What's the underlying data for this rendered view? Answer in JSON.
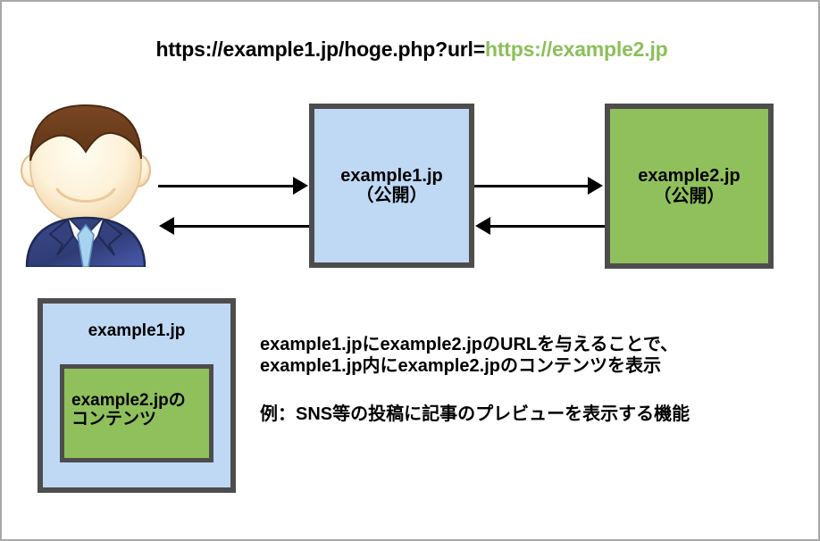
{
  "diagram": {
    "title": {
      "url_prefix": "https://example1.jp/hoge.php?url=",
      "url_param": "https://example2.jp",
      "prefix_color": "#000000",
      "param_color": "#8cbf5a"
    },
    "actor": {
      "icon": "businessman-avatar",
      "hair_color": "#6b3d1c",
      "skin_color": "#fdf0d5",
      "suit_color": "#3a4a8a",
      "tie_color": "#a8d3f0"
    },
    "nodes": [
      {
        "id": "example1",
        "label": "example1.jp\n（公開）",
        "name_line": "example1.jp",
        "state_line": "（公開）",
        "fill": "#bfd9f5",
        "border": "#4d4d4d"
      },
      {
        "id": "example2",
        "label": "example2.jp\n（公開）",
        "name_line": "example2.jp",
        "state_line": "（公開）",
        "fill": "#90c05c",
        "border": "#4d4d4d"
      }
    ],
    "arrows": [
      {
        "id": "user-to-example1",
        "direction": "right",
        "from": "user",
        "to": "example1"
      },
      {
        "id": "example1-to-user",
        "direction": "left",
        "from": "example1",
        "to": "user"
      },
      {
        "id": "example1-to-example2",
        "direction": "right",
        "from": "example1",
        "to": "example2"
      },
      {
        "id": "example2-to-example1",
        "direction": "left",
        "from": "example2",
        "to": "example1"
      }
    ],
    "result_panel": {
      "outer_label": "example1.jp",
      "outer_fill": "#bfd9f5",
      "inner_label": "example2.jpの\nコンテンツ",
      "inner_fill": "#90c05c",
      "border": "#4d4d4d"
    },
    "explanation": {
      "main": "example1.jpにexample2.jpのURLを与えることで、\nexample1.jp内にexample2.jpのコンテンツを表示",
      "example": "例：SNS等の投稿に記事のプレビューを表示する機能"
    }
  }
}
